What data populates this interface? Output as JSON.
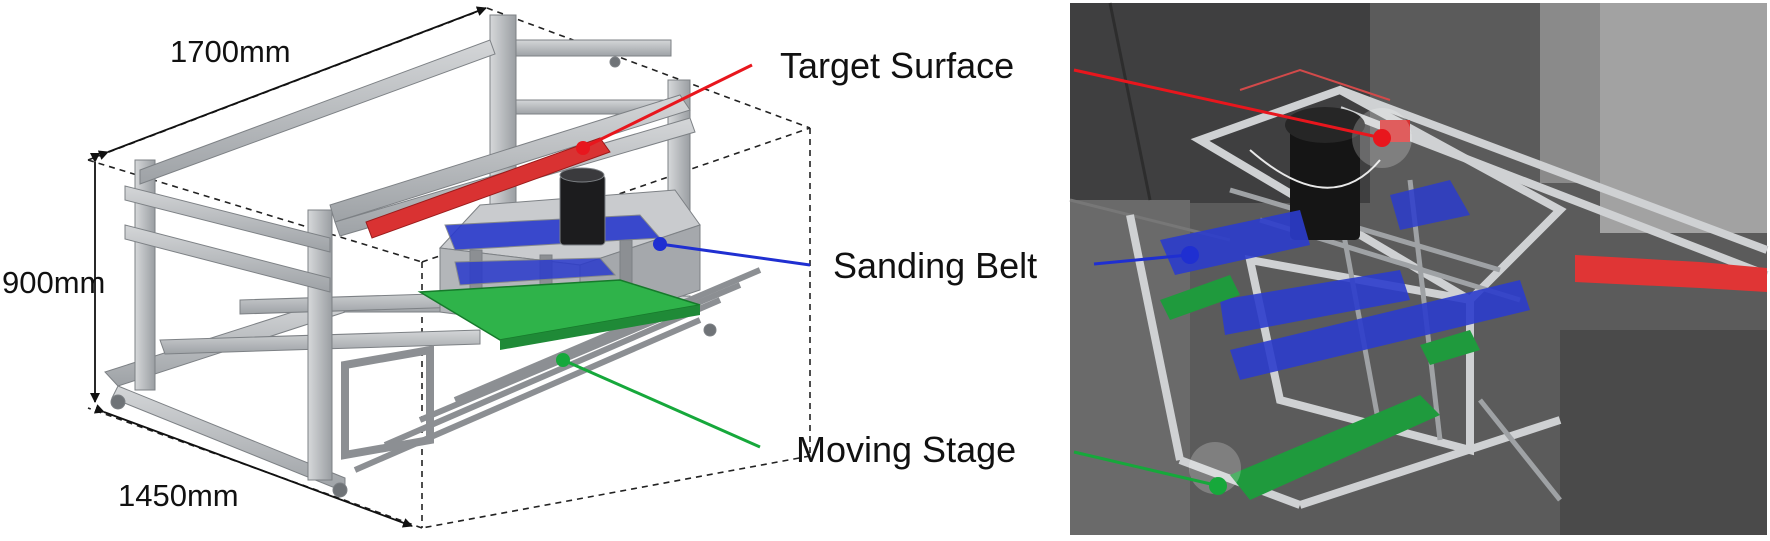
{
  "dimensions": {
    "length": "1700mm",
    "height": "900mm",
    "width": "1450mm"
  },
  "callouts": {
    "target_surface": "Target Surface",
    "sanding_belt": "Sanding Belt",
    "moving_stage": "Moving Stage"
  },
  "colors": {
    "target_surface": "#e8161d",
    "sanding_belt": "#1f2fd1",
    "moving_stage": "#16a83b",
    "frame": "#b9bcbf",
    "frame_dark": "#8c8f93"
  },
  "images": {
    "left": "cad-render-of-sanding-machine",
    "right": "photo-of-sanding-machine"
  }
}
